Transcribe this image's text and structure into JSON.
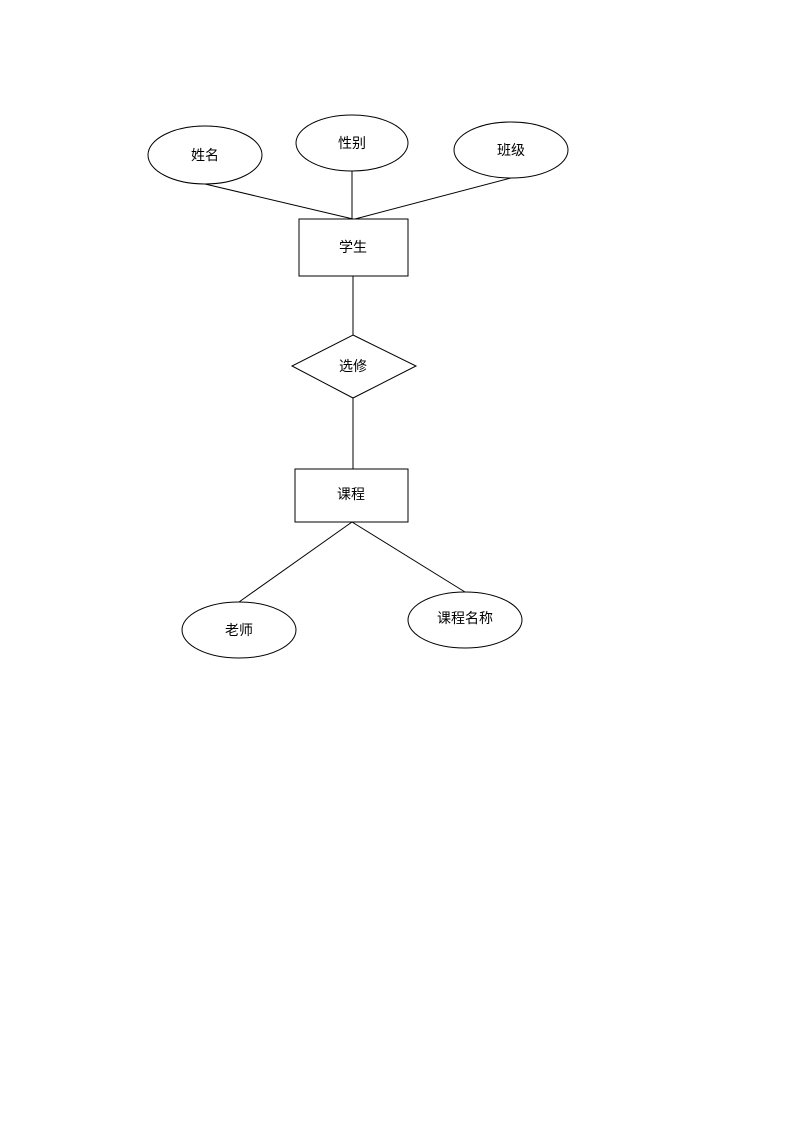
{
  "diagram": {
    "entities": {
      "student": "学生",
      "course": "课程"
    },
    "relationship": {
      "enroll": "选修"
    },
    "attributes": {
      "name": "姓名",
      "gender": "性别",
      "class": "班级",
      "teacher": "老师",
      "course_name": "课程名称"
    }
  }
}
